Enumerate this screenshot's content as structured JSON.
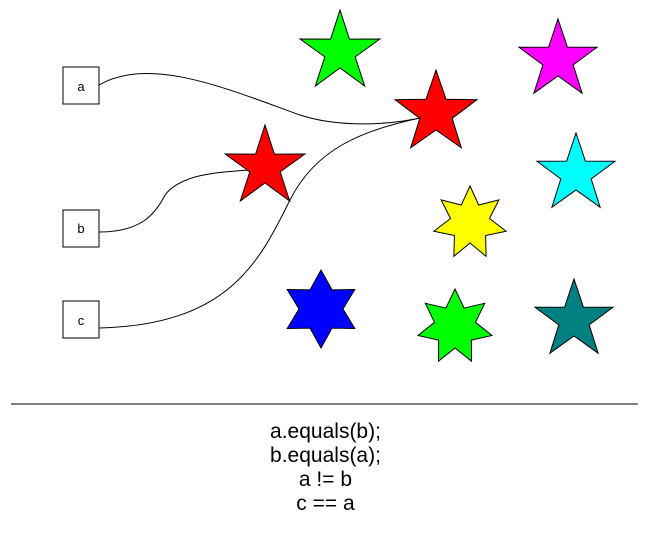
{
  "variables": [
    {
      "name": "a",
      "points_to": "star-red-center"
    },
    {
      "name": "b",
      "points_to": "star-red-left"
    },
    {
      "name": "c",
      "points_to": "star-red-center"
    }
  ],
  "objects": [
    {
      "id": "star-green-top",
      "shape": "5-point-star",
      "color": "#00ff00"
    },
    {
      "id": "star-magenta",
      "shape": "5-point-star",
      "color": "#ff00ff"
    },
    {
      "id": "star-red-center",
      "shape": "5-point-star",
      "color": "#ff0000"
    },
    {
      "id": "star-red-left",
      "shape": "5-point-star",
      "color": "#ff0000"
    },
    {
      "id": "star-cyan",
      "shape": "5-point-star",
      "color": "#00ffff"
    },
    {
      "id": "star-yellow",
      "shape": "7-point-star",
      "color": "#ffff00"
    },
    {
      "id": "star-blue",
      "shape": "6-point-star",
      "color": "#0000ff"
    },
    {
      "id": "star-green-bottom",
      "shape": "7-point-star",
      "color": "#00ff00"
    },
    {
      "id": "star-teal",
      "shape": "5-point-star",
      "color": "#008080"
    }
  ],
  "code_lines": [
    "a.equals(b);",
    "b.equals(a);",
    "a != b",
    "c == a"
  ]
}
